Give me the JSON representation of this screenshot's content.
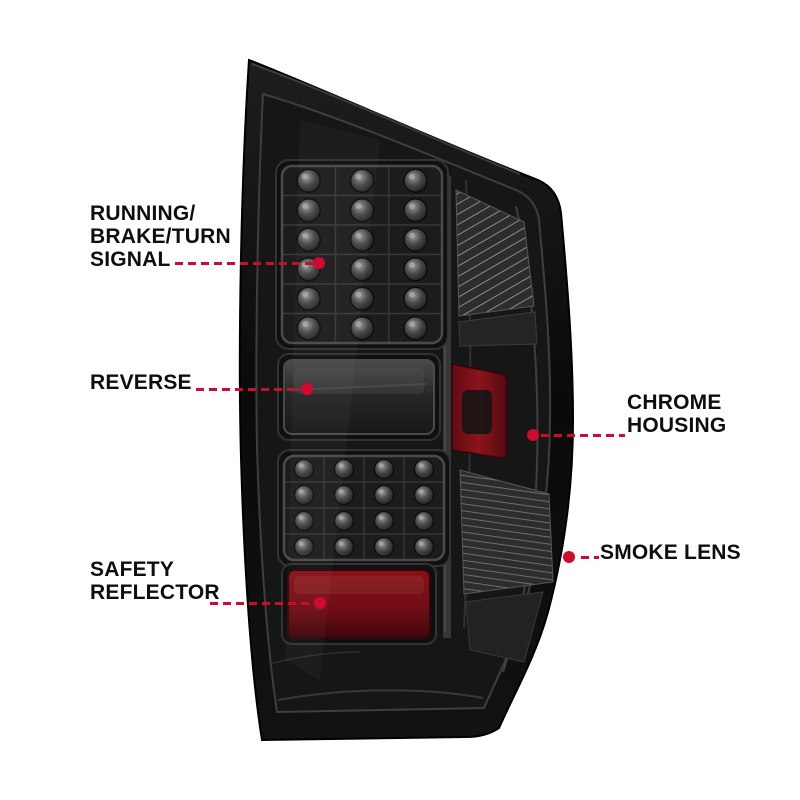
{
  "canvas": {
    "background": "#ffffff",
    "accent_red": "#cf0a2c",
    "label_color": "#0e0e0e"
  },
  "product": {
    "type": "smoked-led-tail-light",
    "colors": {
      "housing_black": "#0d0d0d",
      "smoke_lens_gray": "#262626",
      "reflector_red": "#7c1118",
      "chrome_hatch_gray": "#8c8c8c"
    }
  },
  "callouts": {
    "running": {
      "label": "RUNNING/\nBRAKE/TURN\nSIGNAL"
    },
    "reverse": {
      "label": "REVERSE"
    },
    "safety": {
      "label": "SAFETY\nREFLECTOR"
    },
    "chrome": {
      "label": "CHROME\nHOUSING"
    },
    "smoke": {
      "label": "SMOKE LENS"
    }
  }
}
